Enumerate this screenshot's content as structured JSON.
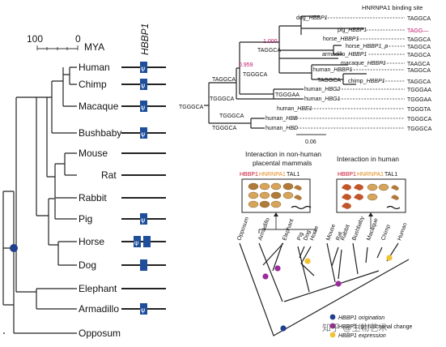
{
  "left_panel": {
    "scale": {
      "left": "100",
      "right": "0",
      "unit": "MYA"
    },
    "gene_header": "HBBP1",
    "species": [
      {
        "name": "Human",
        "gene": "present"
      },
      {
        "name": "Chimp",
        "gene": "present"
      },
      {
        "name": "Macaque",
        "gene": "present"
      },
      {
        "name": "Bushbaby",
        "gene": "present"
      },
      {
        "name": "Mouse",
        "gene": "absent"
      },
      {
        "name": "Rat",
        "gene": "absent"
      },
      {
        "name": "Rabbit",
        "gene": "absent"
      },
      {
        "name": "Pig",
        "gene": "present"
      },
      {
        "name": "Horse",
        "gene": "present"
      },
      {
        "name": "Dog",
        "gene": "present"
      },
      {
        "name": "Elephant",
        "gene": "absent"
      },
      {
        "name": "Armadillo",
        "gene": "present"
      },
      {
        "name": "Opposum",
        "gene": "absent"
      }
    ],
    "pseudo_symbol": "ψ",
    "node_color": "#1f3f8f"
  },
  "gene_tree": {
    "header": "HNRNPA1 binding site",
    "tips": [
      {
        "label": "dog_HBBP1",
        "site": "TAGGCA"
      },
      {
        "label": "pig_HBBP1",
        "site": "TAGG—"
      },
      {
        "label": "horse_HBBP1",
        "site": "TAGGCA"
      },
      {
        "label": "horse_HBBP1_p",
        "site": "TAGGCA"
      },
      {
        "label": "armadillo_HBBP1",
        "site": "TAGGCA"
      },
      {
        "label": "macaque_HBBP1",
        "site": "TAAGCA"
      },
      {
        "label": "human_HBBP1",
        "site": "TAGGCA"
      },
      {
        "label": "chimp_HBBP1",
        "site": "TAGGCA"
      },
      {
        "label": "human_HBG2",
        "site": "TGGGAA"
      },
      {
        "label": "human_HBG1",
        "site": "TGGGAA"
      },
      {
        "label": "human_HBE1",
        "site": "TGGGTA"
      },
      {
        "label": "human_HBB",
        "site": "TGGGCA"
      },
      {
        "label": "human_HBD",
        "site": "TGGGCA"
      }
    ],
    "nodes": {
      "n1": "TAGGCA",
      "n2": "TAGGCA",
      "n3": "TAGGCA",
      "n4": "TGGGAA",
      "n5": "TGGGCA",
      "n6": "TGGGCA",
      "n7": "TGGGCA",
      "n8": "TGGGCA",
      "n9": "TGGGCA"
    },
    "support": {
      "s1": "1.000",
      "s2": "0.959"
    },
    "scale_label": "0.06",
    "highlight_color": "#c0166e"
  },
  "interaction": {
    "nonhuman_title_1": "Interaction in non-human",
    "nonhuman_title_2": "placental mammals",
    "human_title": "Interaction in human",
    "legend": {
      "hbbp1": "HBBP1",
      "hnrnpa1": "HNRNPA1",
      "tal1": "TAL1"
    },
    "colors": {
      "hbbp1": "#c8102e",
      "hnrnpa1": "#e08a1e",
      "tal1": "#111111"
    }
  },
  "species_tree": {
    "taxa": [
      "Opposum",
      "Armadillo",
      "Elephant",
      "Pig",
      "Dog",
      "Horse",
      "Mouse",
      "Rat",
      "Rabbit",
      "Bushbaby",
      "Macaque",
      "Chimp",
      "Human"
    ]
  },
  "legend": {
    "items": [
      {
        "label": "HBBP1 origination",
        "color": "#1f3f8f"
      },
      {
        "label": "HBBP1 (ψ) functional change",
        "color": "#9a2b9a"
      },
      {
        "label": "HBBP1 expression",
        "color": "#f2c230"
      }
    ]
  },
  "watermark": "知乎 @生物艺术"
}
